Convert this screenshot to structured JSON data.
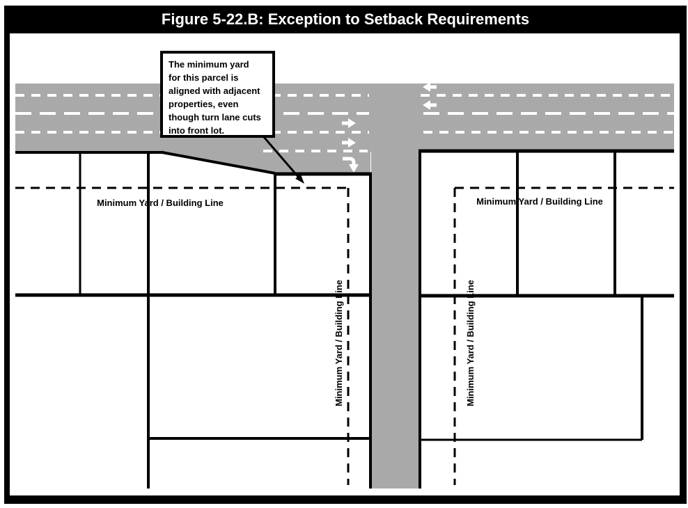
{
  "title": "Figure 5-22.B: Exception to Setback Requirements",
  "callout": {
    "lines": [
      "The minimum yard",
      "for this parcel is",
      "aligned with adjacent",
      "properties, even",
      "though turn lane cuts",
      "into front lot."
    ]
  },
  "labels": {
    "left_front_yard": "Minimum Yard / Building Line",
    "right_front_yard": "Minimum Yard / Building Line",
    "left_side_yard": "Minimum Yard / Building Line",
    "right_side_yard": "Minimum Yard / Building Line"
  },
  "icons": {
    "lane_arrows_eastbound": "right-arrow-icon",
    "lane_arrows_westbound": "left-arrow-icon",
    "turn_lane_arrow": "right-turn-down-arrow-icon",
    "callout_pointer": "leader-arrow-icon"
  },
  "colors": {
    "road_gray": "#a9a9a9",
    "line_black": "#000000",
    "lane_marking_white": "#ffffff",
    "title_bar_bg": "#000000",
    "title_text": "#ffffff"
  }
}
